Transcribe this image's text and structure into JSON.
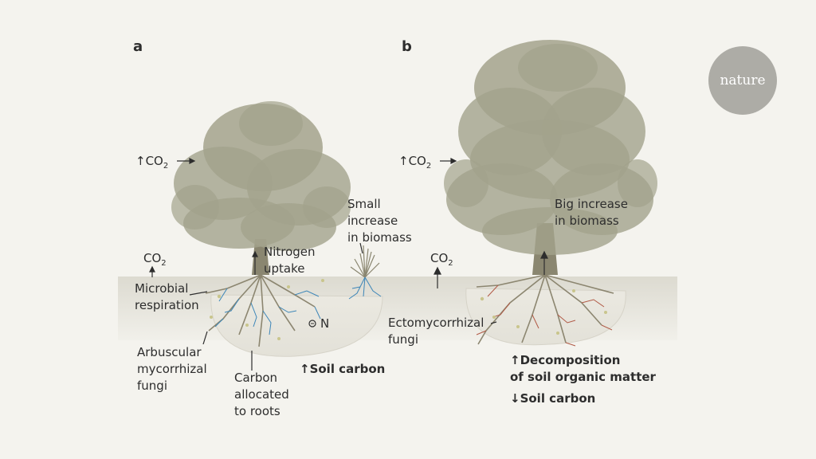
{
  "panels": {
    "a": "a",
    "b": "b"
  },
  "logo": "nature",
  "labels": {
    "a_co2_in": {
      "arrow": "↑",
      "main": "CO",
      "sub": "2"
    },
    "a_co2_out": {
      "main": "CO",
      "sub": "2"
    },
    "a_nitrogen": [
      "Nitrogen",
      "uptake"
    ],
    "a_small_increase": [
      "Small",
      "increase",
      "in biomass"
    ],
    "a_microbial": [
      "Microbial",
      "respiration"
    ],
    "a_n_symbol": "N",
    "a_arbuscular": [
      "Arbuscular",
      "mycorrhizal",
      "fungi"
    ],
    "a_carbon": [
      "Carbon",
      "allocated",
      "to roots"
    ],
    "a_soil_carbon": "↑Soil carbon",
    "b_co2_in": {
      "arrow": "↑",
      "main": "CO",
      "sub": "2"
    },
    "b_co2_out": {
      "main": "CO",
      "sub": "2"
    },
    "b_big_increase": [
      "Big increase",
      "in biomass"
    ],
    "b_ecto": [
      "Ectomycorrhizal",
      "fungi"
    ],
    "b_decomposition": [
      "↑Decomposition",
      "of soil organic matter"
    ],
    "b_soil_carbon": "↓Soil carbon"
  },
  "colors": {
    "background": "#f4f3ee",
    "soil": "#dcdad0",
    "tree": "#a3a28c",
    "arbuscular_fungi": "#3d86b8",
    "ecto_fungi": "#b15a46",
    "roots": "#8c8670",
    "logo": "#adaca6"
  }
}
